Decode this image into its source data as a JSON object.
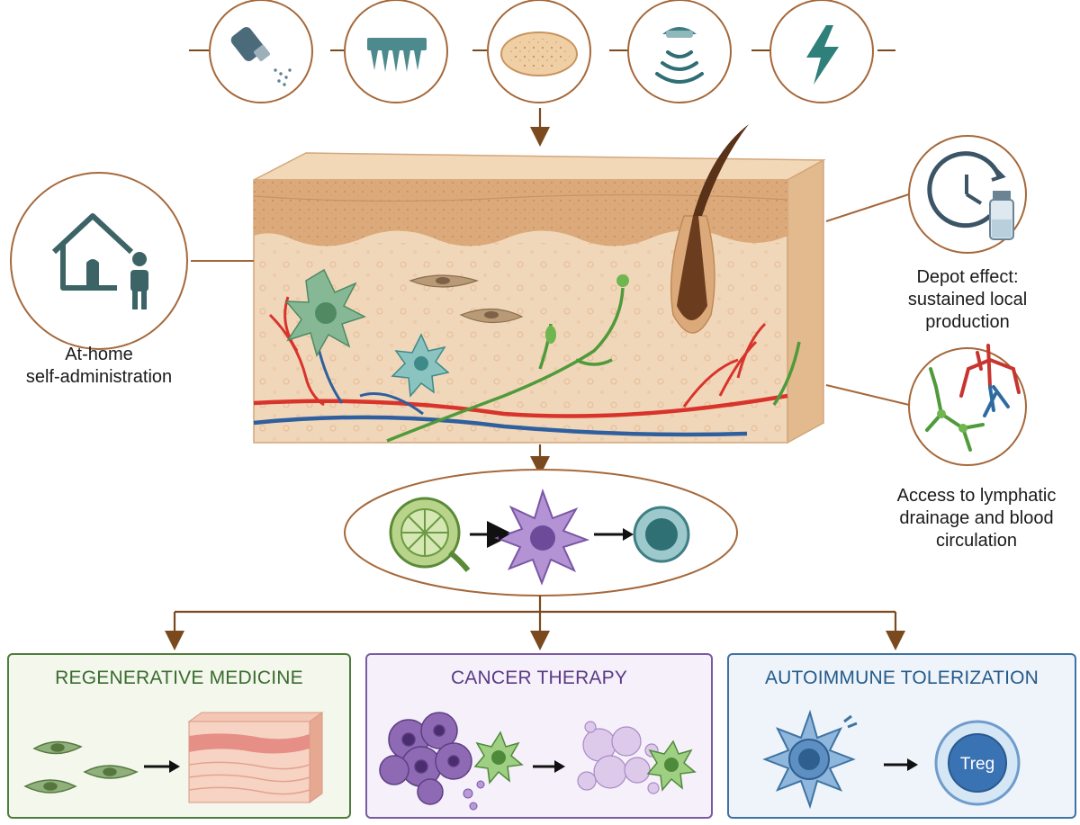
{
  "delivery_methods": [
    {
      "icon": "spray-bottle-icon"
    },
    {
      "icon": "microneedle-array-icon"
    },
    {
      "icon": "skin-patch-icon"
    },
    {
      "icon": "ultrasound-device-icon"
    },
    {
      "icon": "lightning-bolt-icon"
    }
  ],
  "features": {
    "home": {
      "line1": "At-home",
      "line2": "self-administration",
      "icon": "house-person-icon"
    },
    "depot": {
      "line1": "Depot effect:",
      "line2": "sustained local",
      "line3": "production",
      "icon": "clock-vial-icon"
    },
    "lymph": {
      "line1": "Access to lymphatic",
      "line2": "drainage and blood",
      "line3": "circulation",
      "icon": "vessels-icon"
    }
  },
  "applications": [
    {
      "title": "REGENERATIVE MEDICINE",
      "color": "#3a6b2f",
      "border": "#4e7d3c",
      "bg": "#f3f7ec"
    },
    {
      "title": "CANCER THERAPY",
      "color": "#5b3a86",
      "border": "#7a5aa3",
      "bg": "#f5f0f9"
    },
    {
      "title": "AUTOIMMUNE TOLERIZATION",
      "color": "#245a8a",
      "border": "#3f73a3",
      "bg": "#eef4fa"
    }
  ],
  "treg_label": "Treg",
  "colors": {
    "connector": "#7a4a1e",
    "skin_surface": "#f2d5b3",
    "epidermis": "#d9a675",
    "dermis": "#f1d8bc",
    "artery": "#d8342c",
    "vein": "#2f5f9e",
    "lymph": "#4f9a3a"
  }
}
